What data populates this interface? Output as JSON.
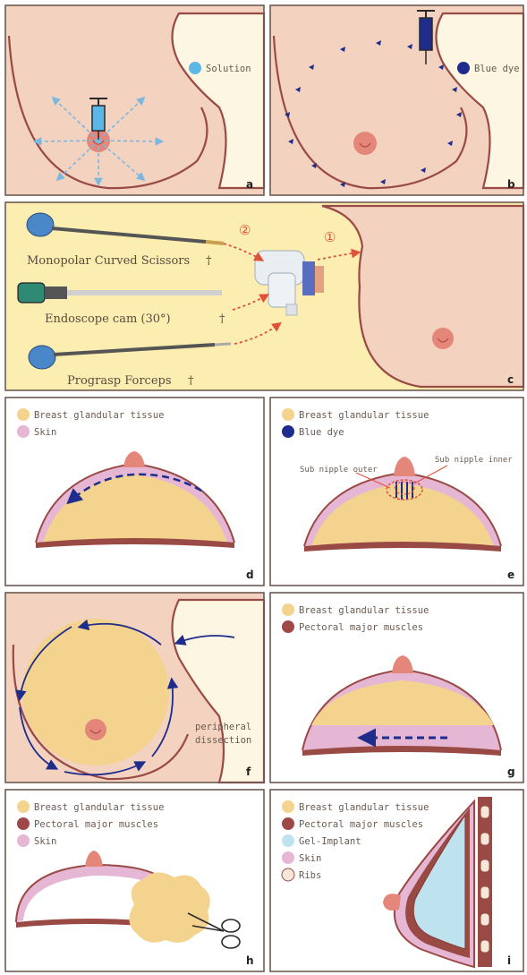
{
  "panels": {
    "a": {
      "letter": "a",
      "legend": [
        {
          "text": "Solution",
          "color": "#5bb8e6"
        }
      ]
    },
    "b": {
      "letter": "b",
      "legend": [
        {
          "text": "Blue dye",
          "color": "#1e2c8c"
        }
      ]
    },
    "c": {
      "letter": "c",
      "instruments": [
        {
          "text": "Monopolar Curved Scissors"
        },
        {
          "text": "Endoscope cam (30°)"
        },
        {
          "text": "Prograsp Forceps"
        }
      ],
      "markers": [
        "②",
        "①"
      ]
    },
    "d": {
      "letter": "d",
      "legend": [
        {
          "text": "Breast glandular tissue",
          "color": "#f3d38e"
        },
        {
          "text": "Skin",
          "color": "#e5b7d4"
        }
      ]
    },
    "e": {
      "letter": "e",
      "legend": [
        {
          "text": "Breast glandular tissue",
          "color": "#f3d38e"
        },
        {
          "text": "Blue dye",
          "color": "#1e2c8c"
        }
      ],
      "callouts": [
        "Sub nipple outer",
        "Sub nipple inner"
      ]
    },
    "f": {
      "letter": "f",
      "caption_line1": "peripheral",
      "caption_line2": "dissection"
    },
    "g": {
      "letter": "g",
      "legend": [
        {
          "text": "Breast glandular tissue",
          "color": "#f3d38e"
        },
        {
          "text": "Pectoral major muscles",
          "color": "#a04848"
        }
      ]
    },
    "h": {
      "letter": "h",
      "legend": [
        {
          "text": "Breast glandular tissue",
          "color": "#f3d38e"
        },
        {
          "text": "Pectoral major muscles",
          "color": "#a04848"
        },
        {
          "text": "Skin",
          "color": "#e5b7d4"
        }
      ]
    },
    "i": {
      "letter": "i",
      "legend": [
        {
          "text": "Breast glandular tissue",
          "color": "#f3d38e"
        },
        {
          "text": "Pectoral major muscles",
          "color": "#a04848"
        },
        {
          "text": "Gel-Implant",
          "color": "#bfe3ee"
        },
        {
          "text": "Skin",
          "color": "#e5b7d4"
        },
        {
          "text": "Ribs",
          "color": "#f6e8d8"
        }
      ]
    }
  },
  "colors": {
    "skin_bg": "#f3d2c0",
    "cream": "#fdf6e3",
    "yellow_bg": "#fbeeb0",
    "outline": "#9a4a44",
    "gland": "#f3d38e",
    "nipple": "#e5867a",
    "dye": "#1e2c8c",
    "arrow_light": "#7ab8e0"
  }
}
